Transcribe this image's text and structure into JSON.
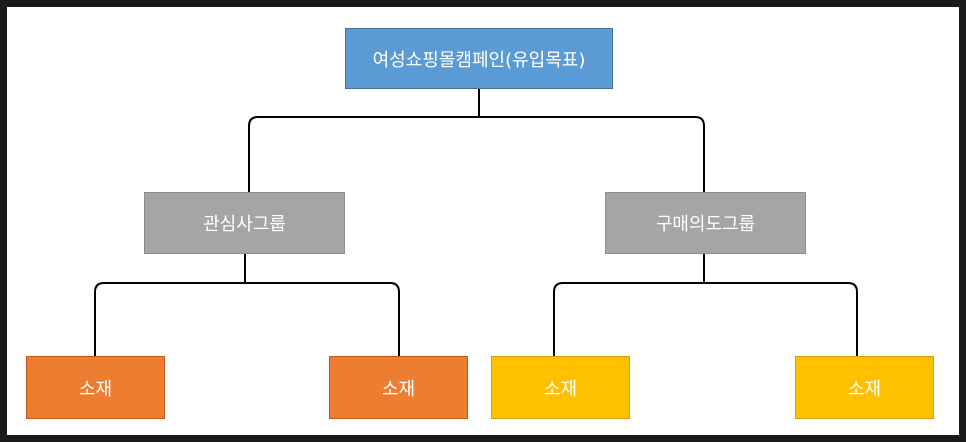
{
  "root": {
    "label": "여성쇼핑몰캠페인(유입목표)",
    "color": "#5b9bd5"
  },
  "groups": [
    {
      "label": "관심사그룹",
      "color": "#a5a5a5",
      "children": [
        {
          "label": "소재",
          "color": "#ed7d31"
        },
        {
          "label": "소재",
          "color": "#ed7d31"
        }
      ]
    },
    {
      "label": "구매의도그룹",
      "color": "#a5a5a5",
      "children": [
        {
          "label": "소재",
          "color": "#ffc000"
        },
        {
          "label": "소재",
          "color": "#ffc000"
        }
      ]
    }
  ]
}
